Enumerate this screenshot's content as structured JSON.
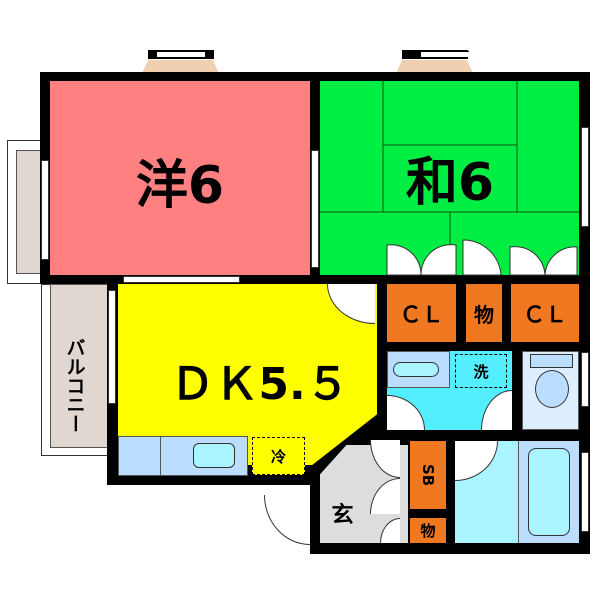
{
  "floorplan": {
    "rooms": {
      "western": {
        "label": "洋6",
        "color": "#ff8080"
      },
      "japanese": {
        "label": "和6",
        "color": "#00ee44"
      },
      "dining_kitchen": {
        "label": "ＤＫ5.５",
        "color": "#ffff00"
      },
      "closet_left": {
        "label": "ＣＬ",
        "color": "#f07820"
      },
      "storage_mid": {
        "label": "物",
        "color": "#f07820"
      },
      "closet_right": {
        "label": "ＣＬ",
        "color": "#f07820"
      },
      "washroom": {
        "label": "洗",
        "color": "#55eeff"
      },
      "refrigerator": {
        "label": "冷"
      },
      "entrance": {
        "label": "玄",
        "color": "#dddddd"
      },
      "shoe_box": {
        "label": "SB",
        "color": "#f07820"
      },
      "storage_small": {
        "label": "物",
        "color": "#f07820"
      },
      "balcony": {
        "label": "バルコニー",
        "color": "#e0d8d0"
      },
      "toilet": {
        "color": "#ddeeff"
      },
      "bathroom": {
        "color": "#bbddff"
      }
    },
    "colors": {
      "wall": "#000000",
      "bay_window": "#f0d0b0",
      "fixture_blue": "#bbddff",
      "fixture_cyan": "#aaf4ff"
    }
  }
}
